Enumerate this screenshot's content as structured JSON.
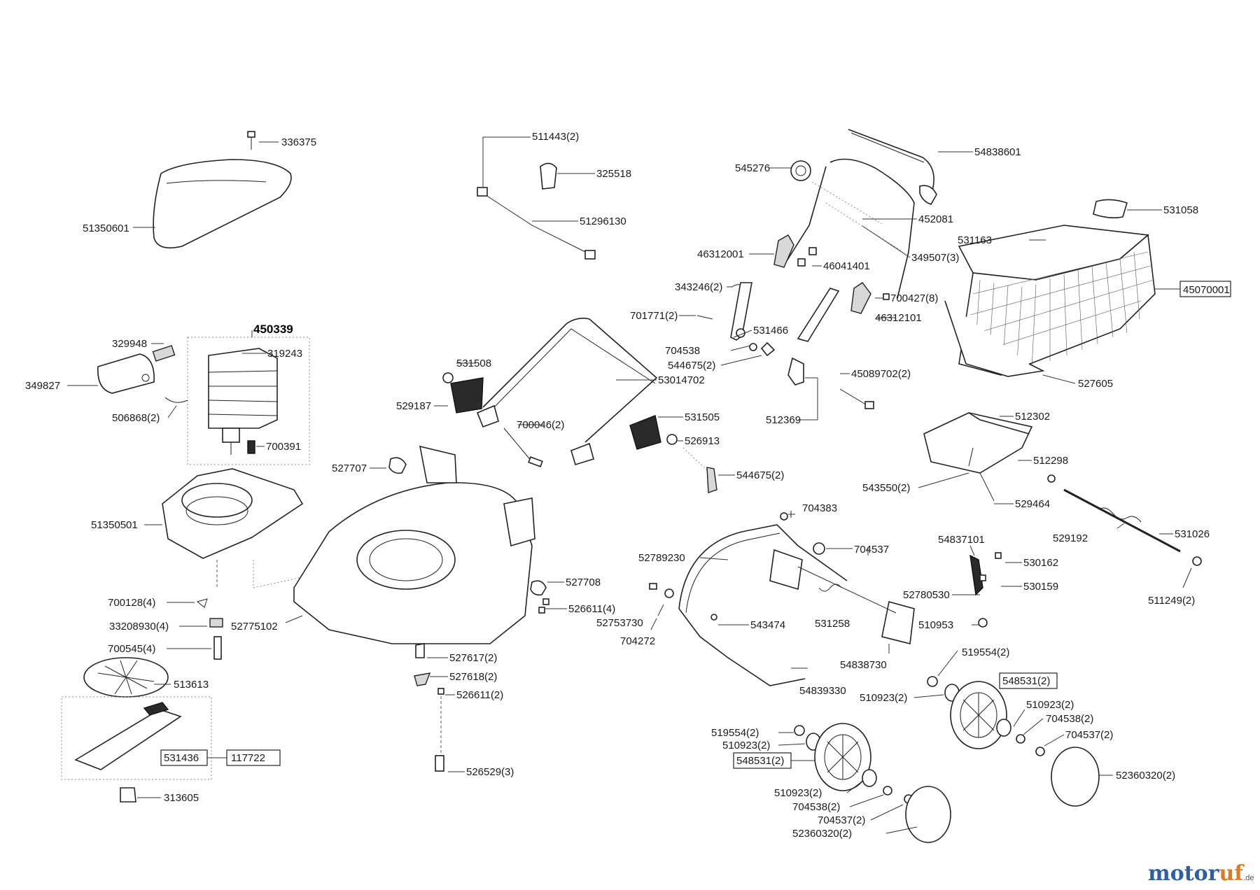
{
  "assembly_number": "450339",
  "labels": {
    "l336375": "336375",
    "l51350601": "51350601",
    "l511443_2": "511443(2)",
    "l325518": "325518",
    "l51296130": "51296130",
    "l54838601": "54838601",
    "l545276": "545276",
    "l452081": "452081",
    "l349507_3": "349507(3)",
    "l46312001": "46312001",
    "l46041401": "46041401",
    "l343246_2": "343246(2)",
    "l700427_8": "700427(8)",
    "l46312101": "46312101",
    "l701771_2": "701771(2)",
    "l531466": "531466",
    "l704538": "704538",
    "l544675_2a": "544675(2)",
    "l45089702_2": "45089702(2)",
    "l512369": "512369",
    "l531058": "531058",
    "l531163": "531163",
    "l45070001": "45070001",
    "l527605": "527605",
    "l329948": "329948",
    "l319243": "319243",
    "l349827": "349827",
    "l506868_2": "506868(2)",
    "l700391": "700391",
    "l531508": "531508",
    "l53014702": "53014702",
    "l529187": "529187",
    "l700046_2": "700046(2)",
    "l531505": "531505",
    "l526913": "526913",
    "l544675_2b": "544675(2)",
    "l512302": "512302",
    "l512298": "512298",
    "l543550_2": "543550(2)",
    "l529464": "529464",
    "l527707": "527707",
    "l51350501": "51350501",
    "l704383": "704383",
    "l704537": "704537",
    "l52789230": "52789230",
    "l54837101": "54837101",
    "l530162": "530162",
    "l529192": "529192",
    "l531026": "531026",
    "l530159": "530159",
    "l52780530": "52780530",
    "l511249_2": "511249(2)",
    "l527708": "527708",
    "l526611_4": "526611(4)",
    "l52753730": "52753730",
    "l704272": "704272",
    "l543474": "543474",
    "l531258": "531258",
    "l510953": "510953",
    "l700128_4": "700128(4)",
    "l33208930_4": "33208930(4)",
    "l52775102": "52775102",
    "l700545_4": "700545(4)",
    "l513613": "513613",
    "l531436": "531436",
    "l117722": "117722",
    "l313605": "313605",
    "l527617_2": "527617(2)",
    "l527618_2": "527618(2)",
    "l526611_2": "526611(2)",
    "l526529_3": "526529(3)",
    "l54838730": "54838730",
    "l54839330": "54839330",
    "l519554_2a": "519554(2)",
    "l548531_2a": "548531(2)",
    "l510923_2a": "510923(2)",
    "l510923_2b": "510923(2)",
    "l704538_2a": "704538(2)",
    "l704537_2a": "704537(2)",
    "l52360320_2a": "52360320(2)",
    "l519554_2b": "519554(2)",
    "l510923_2c": "510923(2)",
    "l548531_2b": "548531(2)",
    "l510923_2d": "510923(2)",
    "l704538_2b": "704538(2)",
    "l704537_2b": "704537(2)",
    "l52360320_2b": "52360320(2)"
  },
  "watermark": {
    "part1": "motor",
    "part2": "uf",
    "suffix": ".de"
  }
}
